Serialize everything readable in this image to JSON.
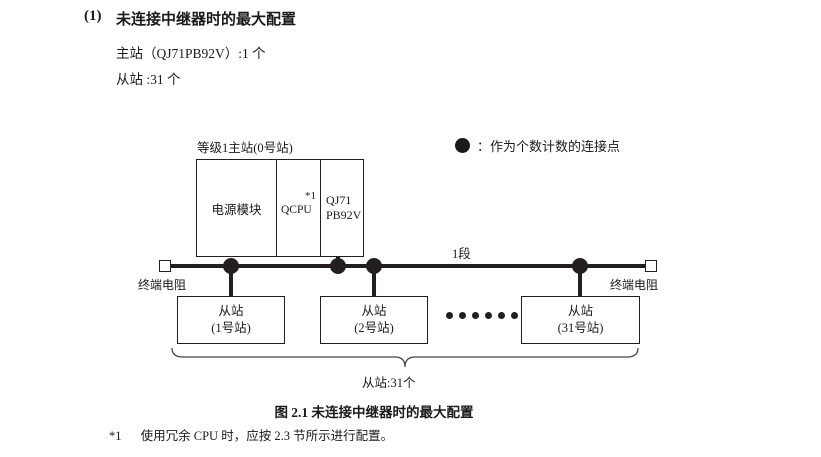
{
  "heading": {
    "number": "(1)",
    "title": "未连接中继器时的最大配置",
    "spec_master": "主站（QJ71PB92V）:1 个",
    "spec_slave": "从站 :31 个"
  },
  "legend": {
    "dot_icon": "filled-circle-icon",
    "text": "：作为个数计数的连接点"
  },
  "diagram": {
    "master": {
      "title": "等级1主站(0号站)",
      "cells": [
        {
          "label": "电源模块"
        },
        {
          "label": "QCPU",
          "note": "*1"
        },
        {
          "label_line1": "QJ71",
          "label_line2": "PB92V"
        }
      ]
    },
    "bus": {
      "segment_label": "1段",
      "terminator_left": "终端电阻",
      "terminator_right": "终端电阻",
      "terminator_icon": "terminating-resistor-icon",
      "node_icon": "connection-node-icon"
    },
    "slaves": [
      {
        "name": "从站",
        "station": "(1号站)"
      },
      {
        "name": "从站",
        "station": "(2号站)"
      },
      {
        "name": "从站",
        "station": "(31号站)"
      }
    ],
    "ellipsis_count": 6,
    "brace_label": "从站:31个"
  },
  "caption": "图 2.1  未连接中继器时的最大配置",
  "footnote": {
    "mark": "*1",
    "text": "使用冗余 CPU 时，应按 2.3 节所示进行配置。"
  },
  "colors": {
    "ink": "#231f20",
    "paper": "#ffffff"
  }
}
